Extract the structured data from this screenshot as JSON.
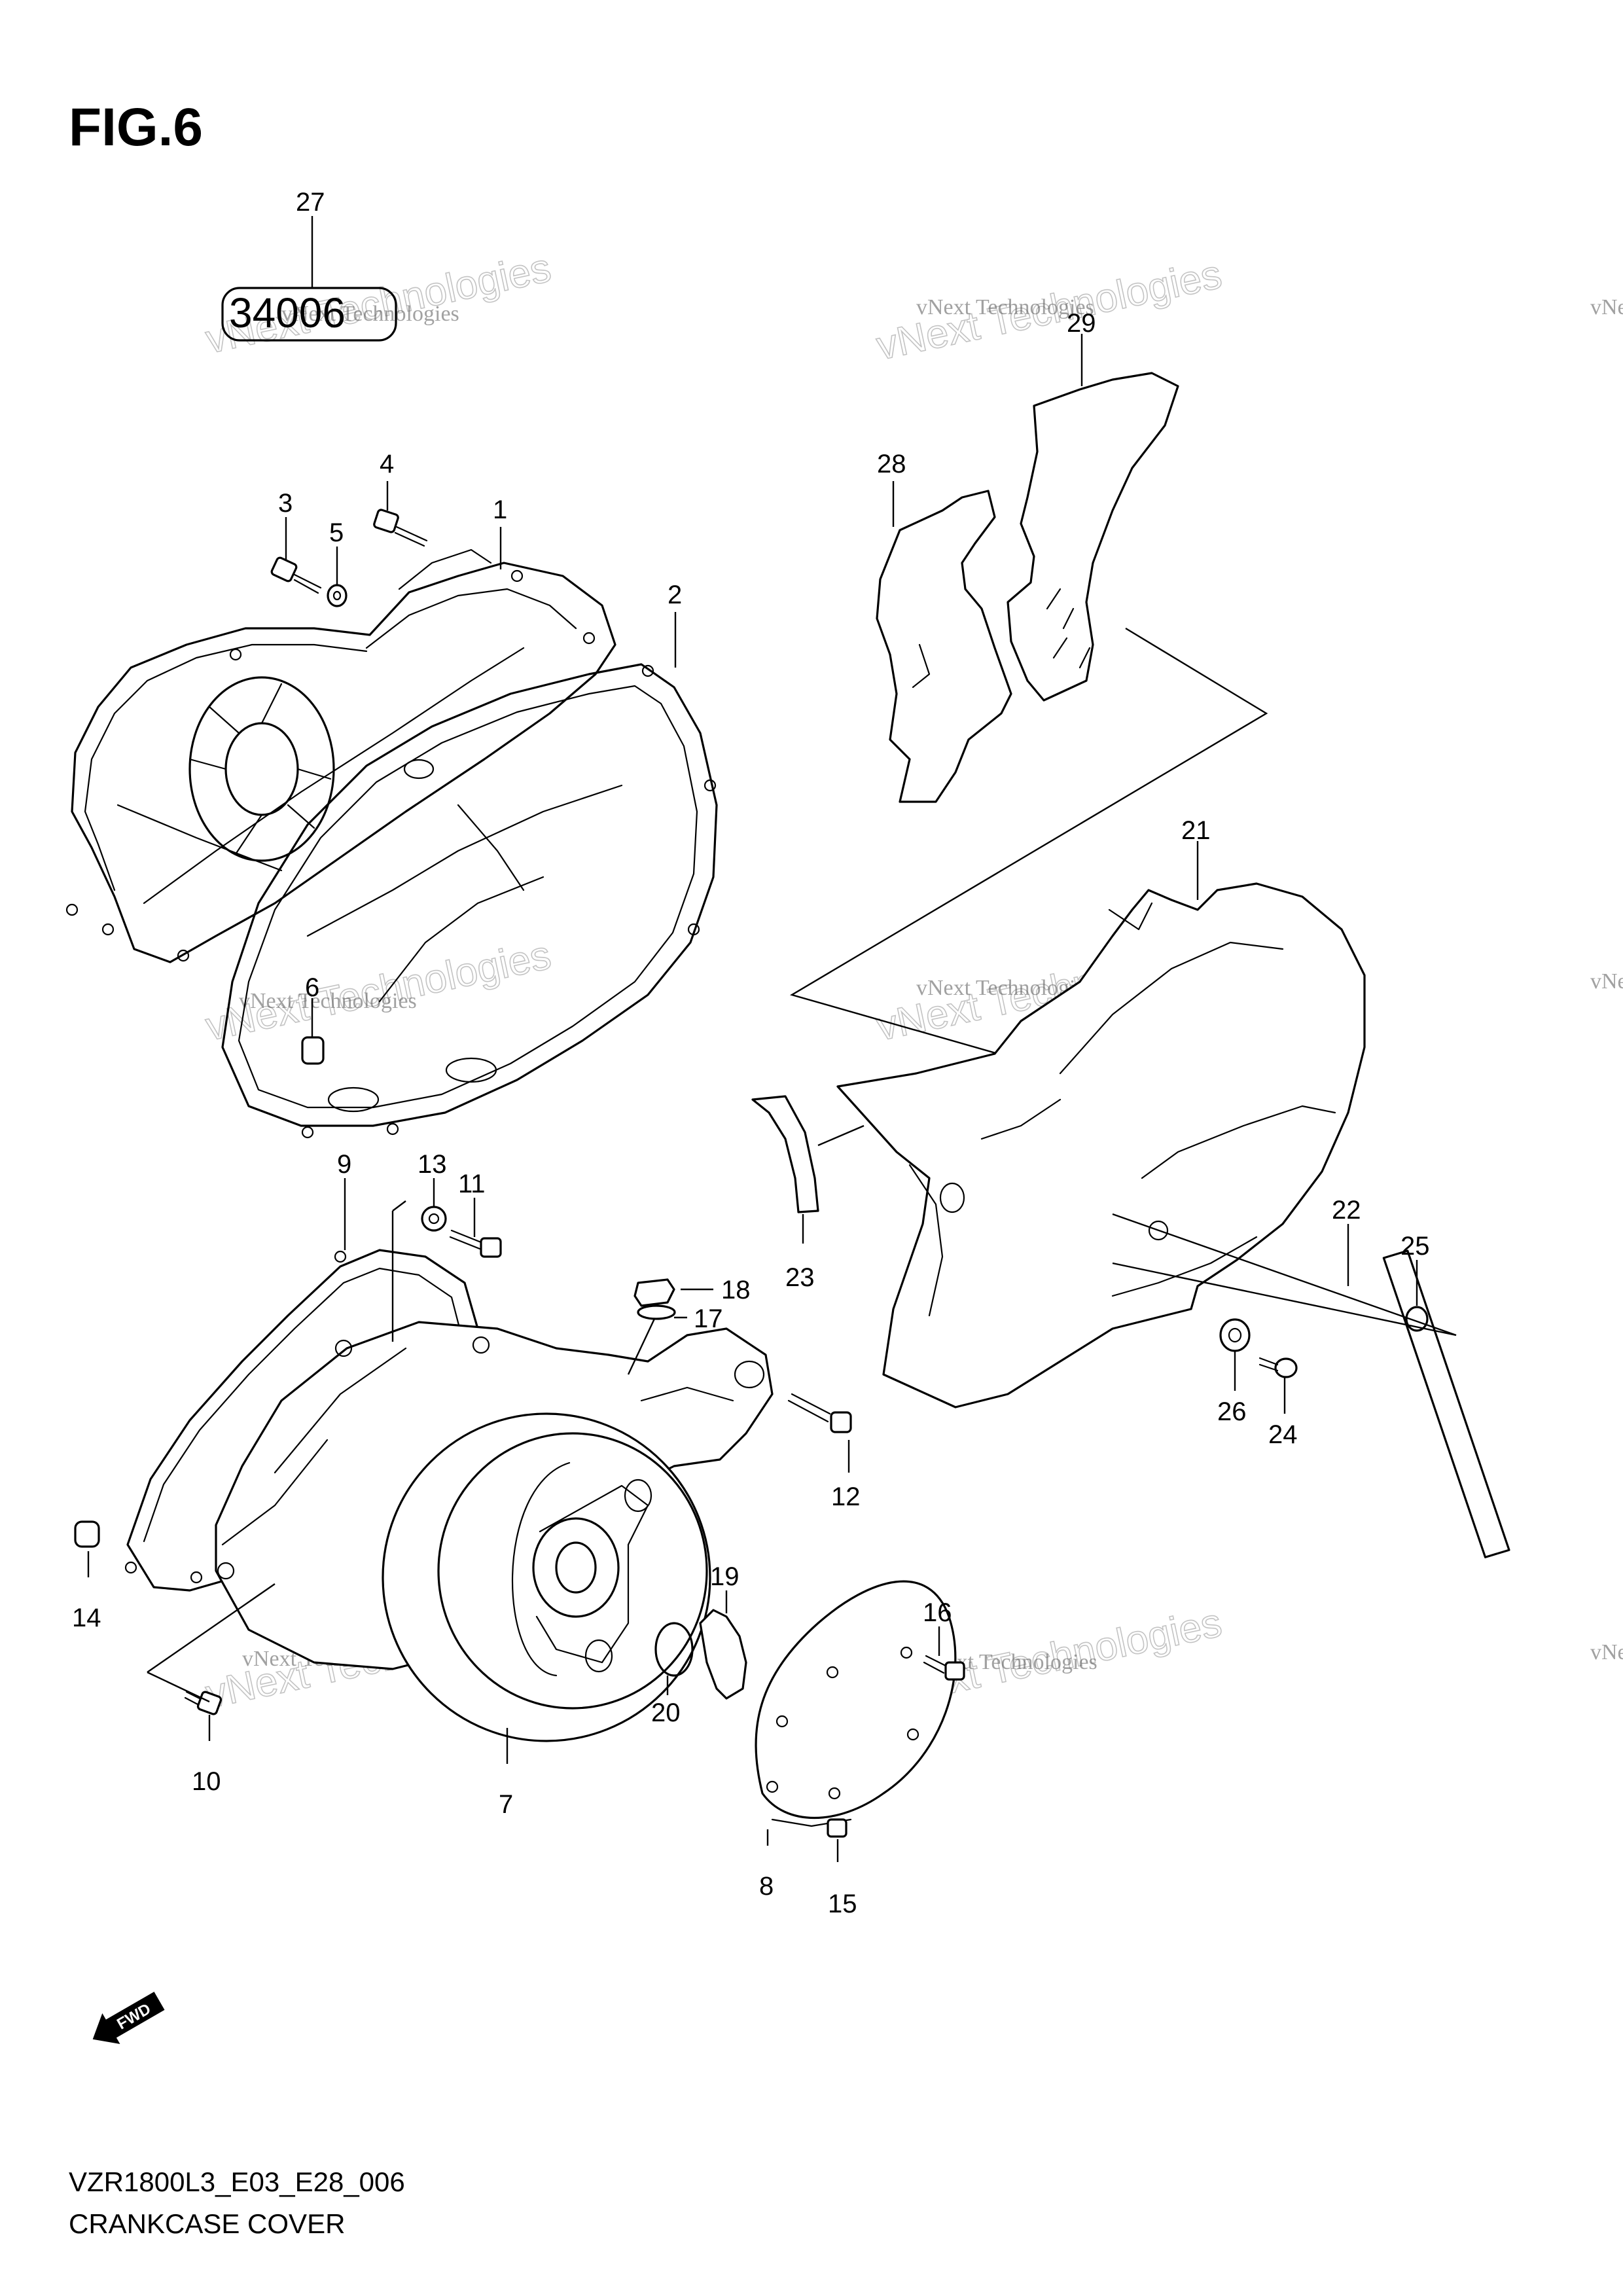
{
  "figure": {
    "title": "FIG.6",
    "model_code": "VZR1800L3_E03_E28_006",
    "section_name": "CRANKCASE COVER",
    "kit_box_label": "34006",
    "fwd_label": "FWD"
  },
  "watermark": {
    "small": "vNext Technologies",
    "large": "vNext Technologies"
  },
  "callouts": [
    {
      "id": "1",
      "label": "1"
    },
    {
      "id": "2",
      "label": "2"
    },
    {
      "id": "3",
      "label": "3"
    },
    {
      "id": "4",
      "label": "4"
    },
    {
      "id": "5",
      "label": "5"
    },
    {
      "id": "6",
      "label": "6"
    },
    {
      "id": "7",
      "label": "7"
    },
    {
      "id": "8",
      "label": "8"
    },
    {
      "id": "9",
      "label": "9"
    },
    {
      "id": "10",
      "label": "10"
    },
    {
      "id": "11",
      "label": "11"
    },
    {
      "id": "12",
      "label": "12"
    },
    {
      "id": "13",
      "label": "13"
    },
    {
      "id": "14",
      "label": "14"
    },
    {
      "id": "15",
      "label": "15"
    },
    {
      "id": "16",
      "label": "16"
    },
    {
      "id": "17",
      "label": "17"
    },
    {
      "id": "18",
      "label": "18"
    },
    {
      "id": "19",
      "label": "19"
    },
    {
      "id": "20",
      "label": "20"
    },
    {
      "id": "21",
      "label": "21"
    },
    {
      "id": "22",
      "label": "22"
    },
    {
      "id": "23",
      "label": "23"
    },
    {
      "id": "24",
      "label": "24"
    },
    {
      "id": "25",
      "label": "25"
    },
    {
      "id": "26",
      "label": "26"
    },
    {
      "id": "27",
      "label": "27"
    },
    {
      "id": "28",
      "label": "28"
    },
    {
      "id": "29",
      "label": "29"
    }
  ]
}
